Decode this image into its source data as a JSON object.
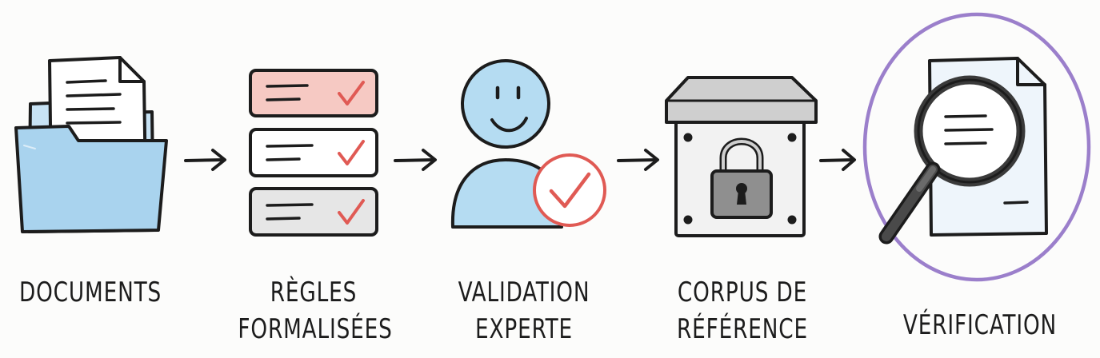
{
  "steps": [
    {
      "id": "documents",
      "icon": "folder-with-document-icon",
      "lines": [
        "DOCUMENTS"
      ]
    },
    {
      "id": "regles",
      "icon": "checked-rules-stack-icon",
      "lines": [
        "RÈGLES",
        "FORMALISÉES"
      ]
    },
    {
      "id": "validation",
      "icon": "expert-check-icon",
      "lines": [
        "VALIDATION",
        "EXPERTE"
      ]
    },
    {
      "id": "corpus",
      "icon": "locked-archive-box-icon",
      "lines": [
        "CORPUS DE",
        "RÉFÉRENCE"
      ]
    },
    {
      "id": "verification",
      "icon": "document-magnifier-icon",
      "lines": [
        "VÉRIFICATION"
      ],
      "highlighted": true
    }
  ],
  "colors": {
    "ink": "#1c1c1c",
    "folder_blue": "#a9d3ee",
    "person_blue": "#b5dcf2",
    "rule_pink": "#f6c9c3",
    "rule_gray": "#e6e6e6",
    "check_red": "#e05a54",
    "box_gray": "#cfcfcf",
    "lock_gray": "#8f8f8f",
    "highlight_purple": "#9b7fcb",
    "doc_blue": "#eef5fb"
  }
}
